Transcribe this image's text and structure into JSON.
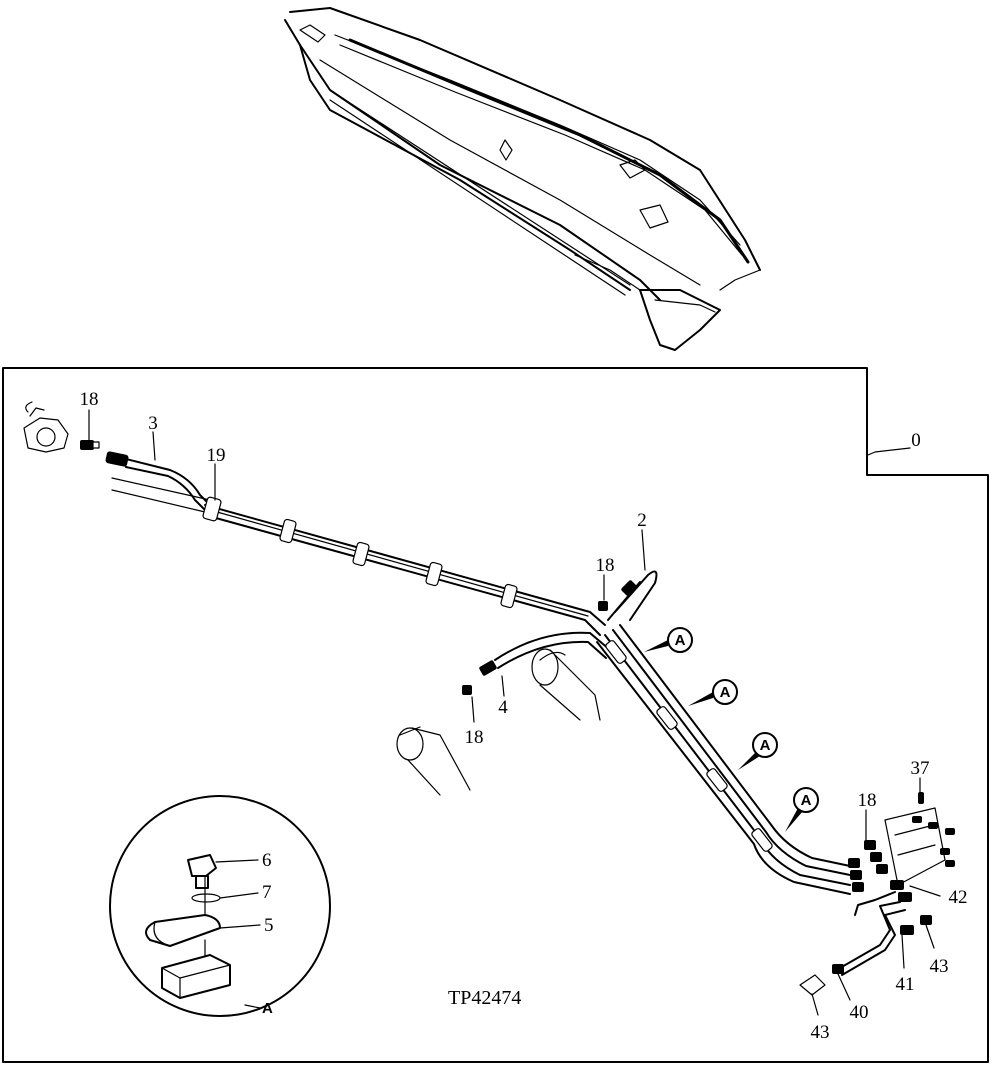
{
  "figure_code": "TP42474",
  "detail_ref": "A",
  "callouts": {
    "c0": "0",
    "c2": "2",
    "c3": "3",
    "c4": "4",
    "c5": "5",
    "c6": "6",
    "c7": "7",
    "c18a": "18",
    "c18b": "18",
    "c18c": "18",
    "c18d": "18",
    "c19": "19",
    "c37": "37",
    "c40": "40",
    "c41": "41",
    "c42": "42",
    "c43a": "43",
    "c43b": "43"
  },
  "clamp_markers": [
    "A",
    "A",
    "A",
    "A"
  ]
}
